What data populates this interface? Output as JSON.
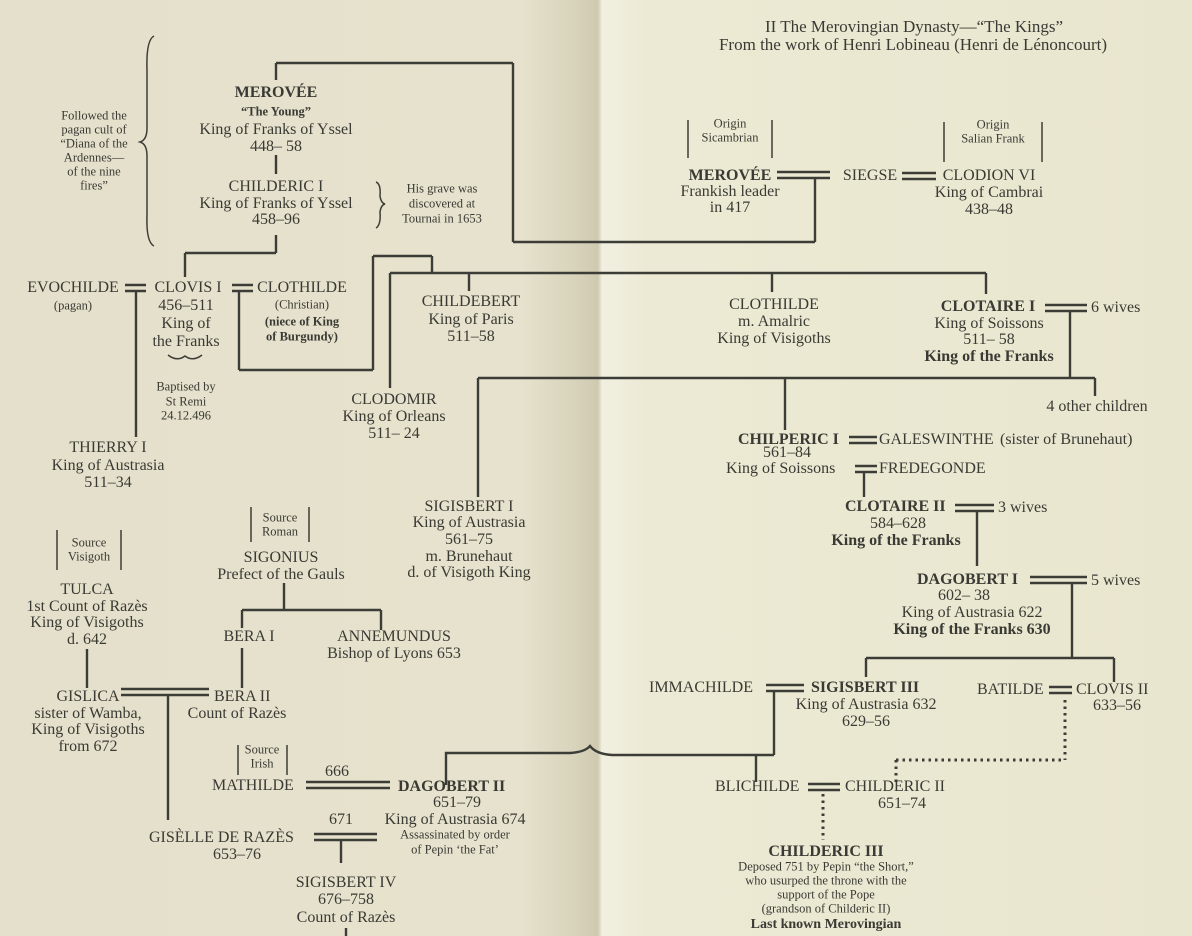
{
  "title": {
    "line1": "II  The Merovingian Dynasty—“The Kings”",
    "line2": "From the work of Henri Lobineau (Henri de Lénoncourt)"
  },
  "notes": {
    "pagan_cult": [
      "Followed the",
      "pagan cult of",
      "“Diana of the",
      "Ardennes—",
      "of the nine",
      "fires”"
    ],
    "grave": [
      "His grave was",
      "discovered at",
      "Tournai in 1653"
    ],
    "baptism": [
      "Baptised by",
      "St Remi",
      "24.12.496"
    ]
  },
  "sources": {
    "sicambrian": [
      "Origin",
      "Sicambrian"
    ],
    "salian": [
      "Origin",
      "Salian Frank"
    ],
    "roman": [
      "Source",
      "Roman"
    ],
    "visigoth": [
      "Source",
      "Visigoth"
    ],
    "irish": [
      "Source",
      "Irish"
    ]
  },
  "people": {
    "merovee_young": [
      "MEROVÉE",
      "“The Young”",
      "King of Franks of Yssel",
      "448– 58"
    ],
    "childeric1": [
      "CHILDERIC I",
      "King of Franks of Yssel",
      "458–96"
    ],
    "evochilde": [
      "EVOCHILDE",
      "(pagan)"
    ],
    "clovis1": [
      "CLOVIS I",
      "456–511",
      "King of",
      "the Franks"
    ],
    "clothilde_wife": [
      "CLOTHILDE",
      "(Christian)",
      "(niece of King",
      "of Burgundy)"
    ],
    "thierry1": [
      "THIERRY I",
      "King of Austrasia",
      "511–34"
    ],
    "childebert": [
      "CHILDEBERT",
      "King of Paris",
      "511–58"
    ],
    "clodomir": [
      "CLODOMIR",
      "King of Orleans",
      "511– 24"
    ],
    "sigisbert1": [
      "SIGISBERT I",
      "King of Austrasia",
      "561–75",
      "m. Brunehaut",
      "d. of Visigoth King"
    ],
    "sigonius": [
      "SIGONIUS",
      "Prefect of the Gauls"
    ],
    "bera1": [
      "BERA I"
    ],
    "annemundus": [
      "ANNEMUNDUS",
      "Bishop of Lyons 653"
    ],
    "tulca": [
      "TULCA",
      "1st Count of Razès",
      "King of Visigoths",
      "d. 642"
    ],
    "gislica": [
      "GISLICA",
      "sister of Wamba,",
      "King of Visigoths",
      "from 672"
    ],
    "bera2": [
      "BERA II",
      "Count of Razès"
    ],
    "mathilde": [
      "MATHILDE"
    ],
    "dagobert2": [
      "DAGOBERT II",
      "651–79",
      "King of Austrasia 674",
      "Assassinated by order",
      "of Pepin ‘the Fat’"
    ],
    "giselle": [
      "GISÈLLE DE RAZÈS",
      "653–76"
    ],
    "sigisbert4": [
      "SIGISBERT IV",
      "676–758",
      "Count of Razès"
    ],
    "merovee_leader": [
      "MEROVÉE",
      "Frankish leader",
      "in 417"
    ],
    "siegse": [
      "SIEGSE"
    ],
    "clodion6": [
      "CLODION VI",
      "King of Cambrai",
      "438–48"
    ],
    "clothilde_daughter": [
      "CLOTHILDE",
      "m. Amalric",
      "King of Visigoths"
    ],
    "clotaire1": [
      "CLOTAIRE I",
      "King of Soissons",
      "511– 58",
      "King of the Franks"
    ],
    "chilperic1": [
      "CHILPERIC I",
      "561–84",
      "King of Soissons"
    ],
    "galeswinthe": [
      "GALESWINTHE",
      "(sister of Brunehaut)"
    ],
    "fredegonde": [
      "FREDEGONDE"
    ],
    "clotaire2": [
      "CLOTAIRE II",
      "584–628",
      "King of the Franks"
    ],
    "dagobert1": [
      "DAGOBERT I",
      "602– 38",
      "King of Austrasia 622",
      "King of the Franks 630"
    ],
    "immachilde": [
      "IMMACHILDE"
    ],
    "sigisbert3": [
      "SIGISBERT III",
      "King of Austrasia 632",
      "629–56"
    ],
    "batilde": [
      "BATILDE"
    ],
    "clovis2": [
      "CLOVIS II",
      "633–56"
    ],
    "blichilde": [
      "BLICHILDE"
    ],
    "childeric2": [
      "CHILDERIC II",
      "651–74"
    ],
    "childeric3": [
      "CHILDERIC III",
      "Deposed 751 by Pepin “the Short,”",
      "who usurped the throne with the",
      "support of the Pope",
      "(grandson of Childeric II)",
      "Last known Merovingian"
    ]
  },
  "marriage_dates": {
    "mathilde_dagobert": "666",
    "giselle_dagobert": "671"
  },
  "wives": {
    "clotaire1": "6 wives",
    "clotaire2": "3 wives",
    "dagobert1": "5 wives"
  },
  "other_children": "4 other children"
}
